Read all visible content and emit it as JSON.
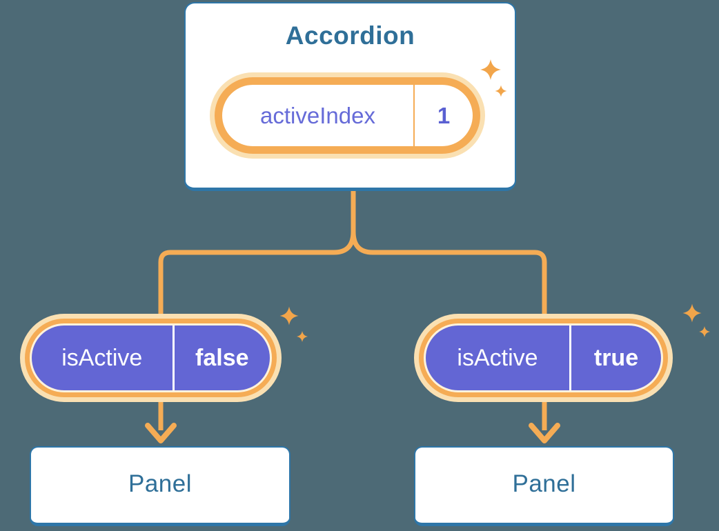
{
  "diagram": {
    "description": "Component tree diagram: Accordion state passed down to two Panels",
    "accordion": {
      "title": "Accordion",
      "pill": {
        "label": "activeIndex",
        "value": "1"
      },
      "sparkle_icon": "sparkles-icon"
    },
    "pills": [
      {
        "label": "isActive",
        "value": "false",
        "sparkle_icon": "sparkles-icon"
      },
      {
        "label": "isActive",
        "value": "true",
        "sparkle_icon": "sparkles-icon"
      }
    ],
    "panels": [
      {
        "label": "Panel"
      },
      {
        "label": "Panel"
      }
    ],
    "colors": {
      "background": "#4D6A76",
      "card_background": "#FFFFFF",
      "card_border_blue": "#2E76A8",
      "heading_text_blue": "#2F6F98",
      "connector_orange": "#F5AC55",
      "pill_glow": "#FAE0B2",
      "pill_gap_cream": "#FFF3DC",
      "prop_pill_purple": "#6366D4",
      "state_text_purple": "#666BD8",
      "pill_text_white": "#FFFFFF",
      "sparkle_orange": "#F2A54A"
    }
  }
}
